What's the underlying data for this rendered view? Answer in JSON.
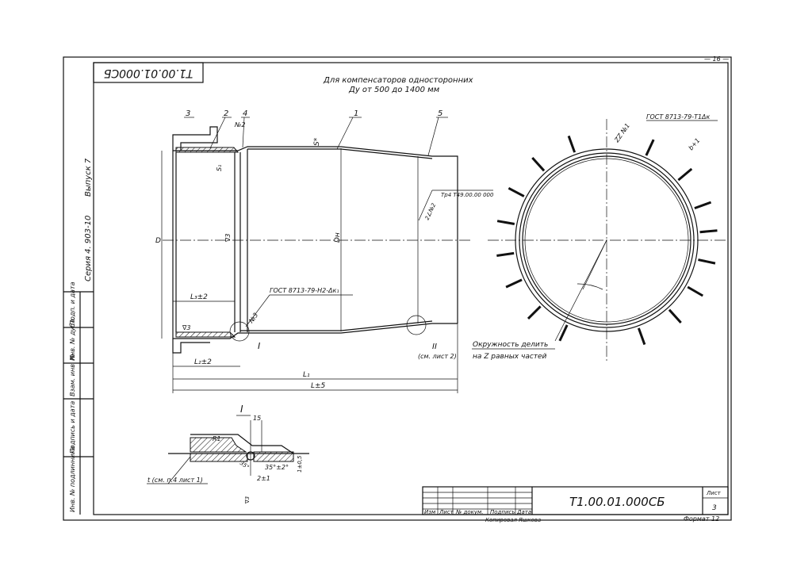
{
  "stamp": {
    "code_rotated": "Т1.00.01.000СБ"
  },
  "top_right": {
    "page_mark": "— 16 —"
  },
  "header_note": {
    "line1": "Для компенсаторов односторонних",
    "line2": "Ду от 500 до 1400 мм"
  },
  "left_margin": {
    "series": "Серия 4. 903-10",
    "issue": "Выпуск 7",
    "fields": [
      "Инв. № подлинника",
      "Подпись и дата",
      "Взам. инв. №",
      "Инв. № дубл.",
      "Подп. и дата"
    ]
  },
  "callouts": {
    "pos1": "1",
    "pos2": "2",
    "pos3": "3",
    "pos4": "4",
    "pos5": "5",
    "weld_n2": "№2",
    "weld_n3": "№3",
    "s_star": "S*",
    "s1": "S₁",
    "gost_top": "ГОСТ 8713-79-Т1Δк",
    "gost_mid": "ГОСТ 8713-79-Н2-Δк₁",
    "tp": "Тр4 Т49.00.00 000",
    "weld_count2": "2∠№2",
    "zz": "ZZ №1",
    "b1": "b+1",
    "roughness": "∇3",
    "roughness2": "∇3"
  },
  "dimensions": {
    "D": "D",
    "Dn": "Dн",
    "l3": "L₃±2",
    "l2": "L₂±2",
    "l1": "L₁",
    "l": "L±5",
    "detail_I": "I",
    "detail_II": "II",
    "see_sheet2": "(см. лист 2)"
  },
  "circle_note": {
    "line1": "Окружность делить",
    "line2": "на Z равных частей"
  },
  "detail": {
    "title": "I",
    "r1": "R1",
    "dim15": "15",
    "angle1": "35°",
    "angle2": "35°±2°",
    "gap": "2±1",
    "thick": "1±0,5",
    "roughness": "∇3",
    "t_note": "t (см. п.4 лист 1)"
  },
  "title_block": {
    "code": "Т1.00.01.000СБ",
    "sheet_label": "Лист",
    "sheet_num": "3",
    "cols": [
      "Изм",
      "Лист",
      "№ докум.",
      "Подпись",
      "Дата"
    ],
    "copied": "Копировал",
    "format": "Формат 12",
    "rotated_name": "Яшкова"
  }
}
